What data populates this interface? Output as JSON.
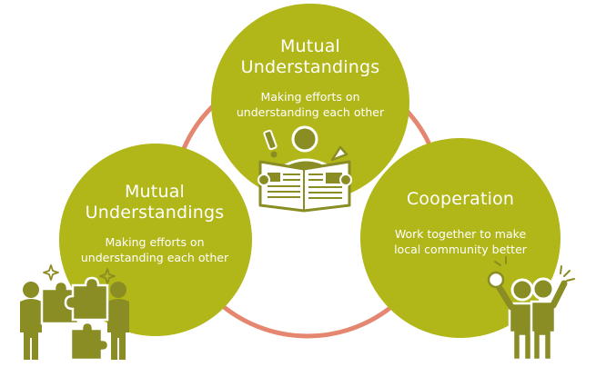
{
  "colors": {
    "circle": "#b1b619",
    "ring": "#e58770",
    "figure": "#8a8c24",
    "text": "#ffffff"
  },
  "nodes": [
    {
      "title_line1": "Mutual",
      "title_line2": "Understandings",
      "desc_line1": "Making efforts on",
      "desc_line2": "understanding each other",
      "icon": "person-reading-newspaper-icon"
    },
    {
      "title_line1": "Mutual",
      "title_line2": "Understandings",
      "desc_line1": "Making efforts on",
      "desc_line2": "understanding each other",
      "icon": "people-assembling-puzzle-icon"
    },
    {
      "title_line1": "Cooperation",
      "title_line2": "",
      "desc_line1": "Work together to make",
      "desc_line2": "local community better",
      "icon": "people-cheering-icon"
    }
  ]
}
